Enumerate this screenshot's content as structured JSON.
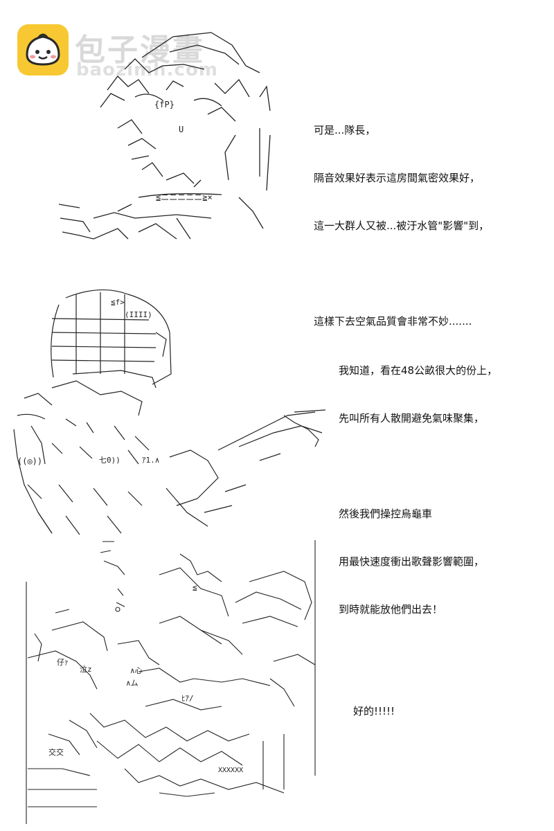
{
  "watermark": {
    "title": "包子漫畫",
    "subtitle": "baozimh.com",
    "logo_icon": "bun-face-logo",
    "logo_color": "#f7c832"
  },
  "panels": [
    {
      "speech": [
        "可是...隊長，",
        "隔音效果好表示這房間氣密效果好，",
        "這一大群人又被...被汙水管\"影響\"到，",
        "",
        "這樣下去空氣品質會非常不妙......."
      ]
    },
    {
      "speech": [
        "我知道，看在48公畝很大的份上，",
        "先叫所有人散開避免氣味聚集，",
        "",
        "然後我們操控烏龜車",
        "用最快速度衝出歌聲影響範圍，",
        "到時就能放他們出去！"
      ]
    },
    {
      "speech": [
        "好的!!!!!"
      ]
    }
  ],
  "art_glyphs": {
    "hero_face": "{fP}",
    "hero_mouth": "U",
    "hero_chin": "≦ニニニニニ≧×",
    "eq_marks": "≦",
    "helmet_tag": "(IIII)",
    "helmet_mark": "≦f>",
    "glasses": "((◎))",
    "tag_b": "七0))",
    "tag_c": "ｱ1.∧",
    "crowd_text_a": "仔ｧ",
    "crowd_text_b": "泣z",
    "crowd_text_c": "∧ム",
    "crowd_text_d": "XXXXXX",
    "crowd_text_e": "交交",
    "crowd_text_f": "∧心",
    "crowd_text_g": "≦",
    "crowd_text_h": "ﾋｱ/"
  }
}
